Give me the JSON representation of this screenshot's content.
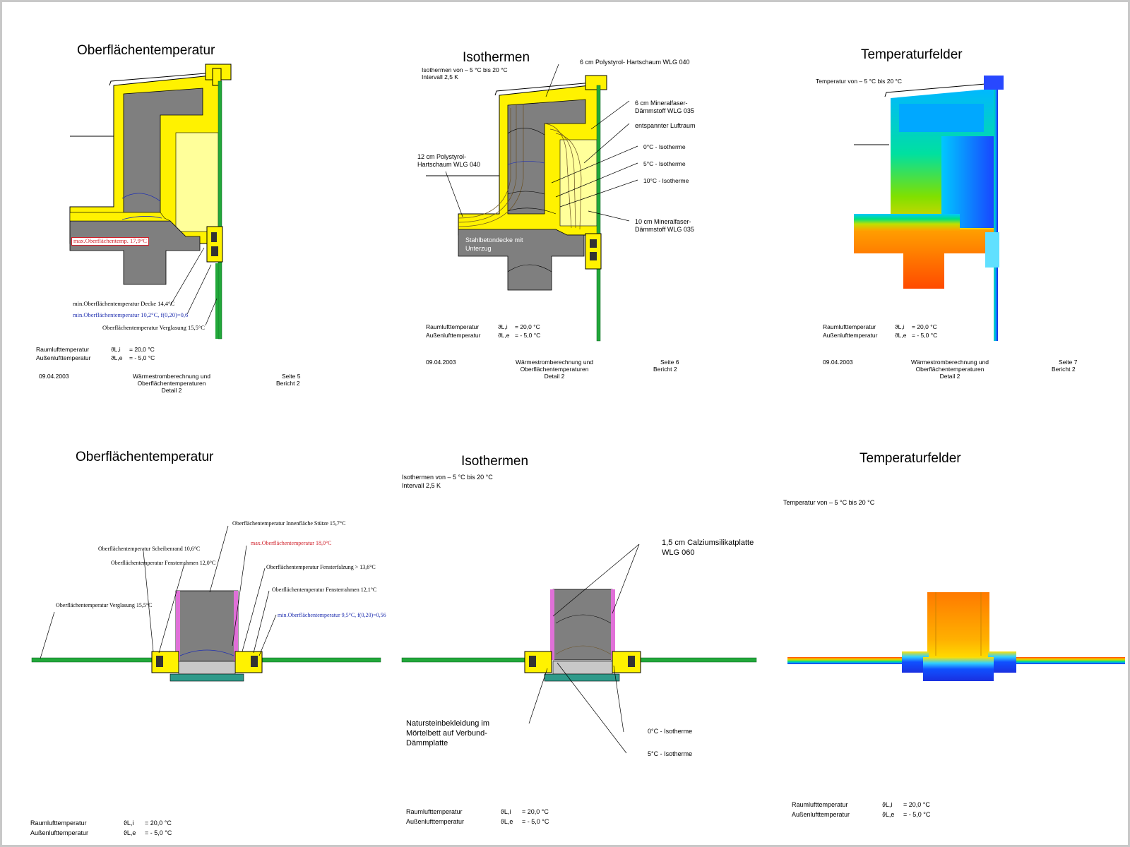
{
  "panels": {
    "p1": {
      "title": "Oberflächentemperatur",
      "max_temp": "max.Oberflächentemp. 17,9°C",
      "min_decke": "min.Oberflächentemperatur Decke 14,4°C",
      "min_f": "min.Oberflächentemperatur 10,2°C, f(0,20)=0,6",
      "verglasung": "Oberflächentemperatur Verglasung 15,5°C",
      "raumluft": "Raumlufttemperatur",
      "aussenluft": "Außenlufttemperatur",
      "sym_i": "ϑL,i",
      "sym_e": "ϑL,e",
      "val_i": "= 20,0 °C",
      "val_e": "= - 5,0 °C",
      "date": "09.04.2003",
      "footer_center": [
        "Wärmestromberechnung und",
        "Oberflächentemperaturen",
        "Detail 2"
      ],
      "footer_right": [
        "Seite 5",
        "Bericht 2"
      ]
    },
    "p2": {
      "title": "Isothermen",
      "iso_range": "Isothermen von – 5 °C bis 20 °C",
      "interval": "Intervall 2,5 K",
      "label_poly6": "6 cm Polystyrol- Hartschaum WLG 040",
      "label_min6": [
        "6 cm Mineralfaser-",
        "Dämmstoff WLG 035"
      ],
      "label_luft": "entspannter Luftraum",
      "label_iso0": "0°C - Isotherme",
      "label_iso5": "5°C - Isotherme",
      "label_iso10": "10°C - Isotherme",
      "label_min10": [
        "10 cm Mineralfaser-",
        "Dämmstoff WLG 035"
      ],
      "label_poly12": [
        "12 cm Polystyrol-",
        "Hartschaum WLG 040"
      ],
      "label_beton": [
        "Stahlbetondecke mit",
        "Unterzug"
      ],
      "raumluft": "Raumlufttemperatur",
      "aussenluft": "Außenlufttemperatur",
      "sym_i": "ϑL,i",
      "sym_e": "ϑL,e",
      "val_i": "= 20,0 °C",
      "val_e": "= - 5,0 °C",
      "date": "09.04.2003",
      "footer_center": [
        "Wärmestromberechnung und",
        "Oberflächentemperaturen",
        "Detail 2"
      ],
      "footer_right": [
        "Seite 6",
        "Bericht 2"
      ]
    },
    "p3": {
      "title": "Temperaturfelder",
      "temp_range": "Temperatur von – 5 °C bis 20 °C",
      "raumluft": "Raumlufttemperatur",
      "aussenluft": "Außenlufttemperatur",
      "sym_i": "ϑL,i",
      "sym_e": "ϑL,e",
      "val_i": "= 20,0 °C",
      "val_e": "= - 5,0 °C",
      "date": "09.04.2003",
      "footer_center": [
        "Wärmestromberechnung und",
        "Oberflächentemperaturen",
        "Detail 2"
      ],
      "footer_right": [
        "Seite 7",
        "Bericht 2"
      ]
    },
    "p4": {
      "title": "Oberflächentemperatur",
      "innenflaeche": "Oberflächentemperatur Innenfläche Stütze 15,7°C",
      "max_temp": "max.Oberflächentemperatur 18,0°C",
      "scheibenrand": "Oberflächentemperatur Scheibenrand 10,6°C",
      "fensterrahmen_l": "Oberflächentemperatur Fensterrahmen 12,0°C",
      "fensterfalz": "Oberflächentemperatur Fensterfalzung > 13,6°C",
      "fensterrahmen_r": "Oberflächentemperatur Fensterrahmen 12,1°C",
      "verglasung": "Oberflächentemperatur Verglasung 15,5°C",
      "min_f": "min.Oberflächentemperatur 9,5°C, f(0,20)=0,56",
      "raumluft": "Raumlufttemperatur",
      "aussenluft": "Außenlufttemperatur",
      "sym_i": "ϑL,i",
      "sym_e": "ϑL,e",
      "val_i": "= 20,0 °C",
      "val_e": "= - 5,0 °C"
    },
    "p5": {
      "title": "Isothermen",
      "iso_range": "Isothermen von – 5 °C bis 20 °C",
      "interval": "Intervall 2,5 K",
      "calzium": [
        "1,5 cm Calziumsilikatplatte",
        "WLG 060"
      ],
      "naturstein": [
        "Natursteinbekleidung im",
        "Mörtelbett auf Verbund-",
        "Dämmplatte"
      ],
      "iso0": "0°C - Isotherme",
      "iso5": "5°C - Isotherme",
      "raumluft": "Raumlufttemperatur",
      "aussenluft": "Außenlufttemperatur",
      "sym_i": "ϑL,i",
      "sym_e": "ϑL,e",
      "val_i": "= 20,0 °C",
      "val_e": "= - 5,0 °C"
    },
    "p6": {
      "title": "Temperaturfelder",
      "temp_range": "Temperatur von – 5 °C bis 20 °C",
      "raumluft": "Raumlufttemperatur",
      "aussenluft": "Außenlufttemperatur",
      "sym_i": "ϑL,i",
      "sym_e": "ϑL,e",
      "val_i": "= 20,0 °C",
      "val_e": "= - 5,0 °C"
    }
  },
  "colors": {
    "insulation_yellow": "#fff200",
    "light_yellow": "#ffff9a",
    "concrete_gray": "#7f7f7f",
    "glass_green": "#22a83a",
    "magenta": "#e070d8",
    "teal": "#2f9a8a"
  }
}
